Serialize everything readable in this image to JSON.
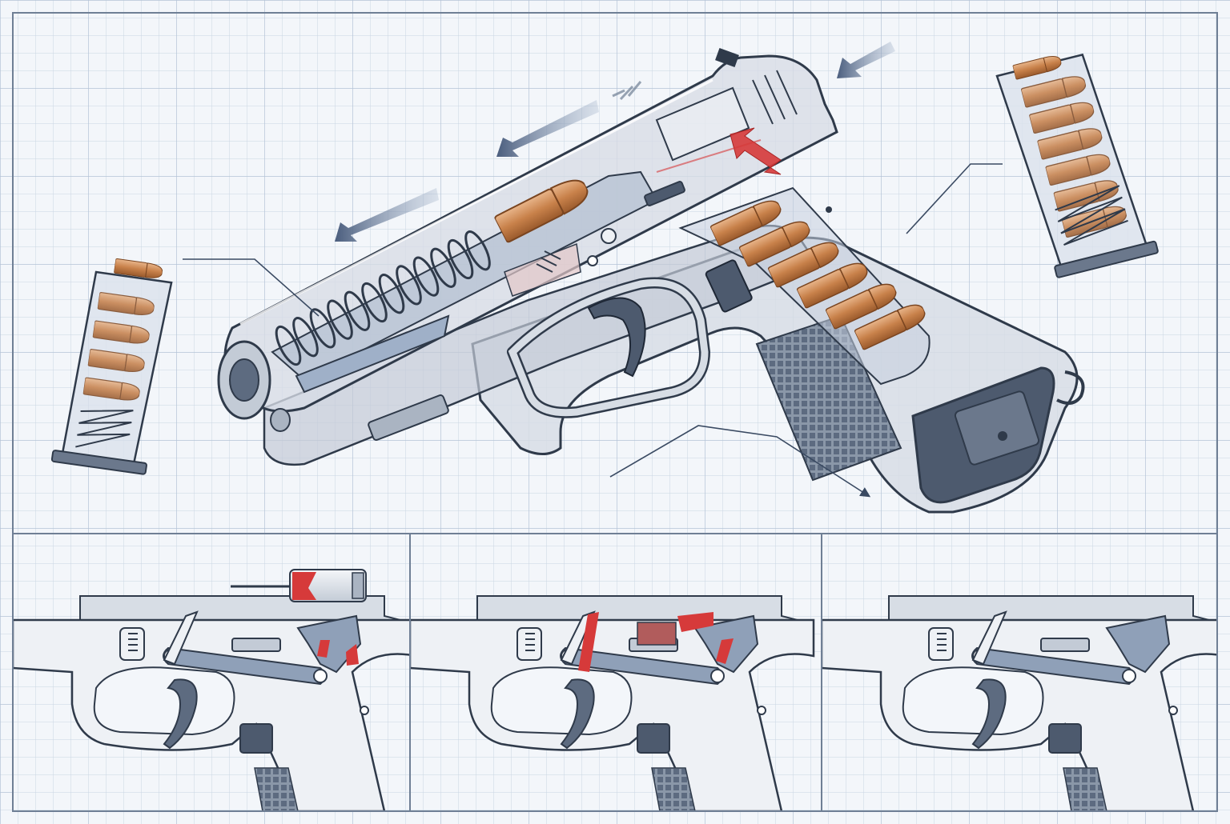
{
  "colors": {
    "paper": "#f3f6fa",
    "grid_minor": "#c9d5e3",
    "grid_major": "#b4c3d6",
    "outline": "#2f3a4a",
    "frame_fill": "#d7dde5",
    "frame_light": "#eef1f5",
    "polymer_dark": "#5d6b80",
    "brass": "#c8814a",
    "brass_light": "#e8b58a",
    "arrow_blue": "#5b6f8f",
    "arrow_red": "#d63a3a",
    "spark": "#f2c230",
    "panel_border": "#6f7f95"
  },
  "icons": {
    "slide_arrow": "arrow-left-icon",
    "insert_arrow": "arrow-up-red-icon",
    "curved_arrow": "curved-arrow-icon",
    "spark": "muzzle-flash-icon",
    "spring": "recoil-spring-icon",
    "cartridge": "cartridge-icon"
  },
  "panels": [
    {
      "id": "step-1",
      "label_visible": false
    },
    {
      "id": "step-2",
      "label_visible": false
    },
    {
      "id": "step-3",
      "label_visible": false
    }
  ],
  "magazine": {
    "left_rounds_visible": 4,
    "right_rounds_visible": 6,
    "grip_rounds_visible": 6
  }
}
